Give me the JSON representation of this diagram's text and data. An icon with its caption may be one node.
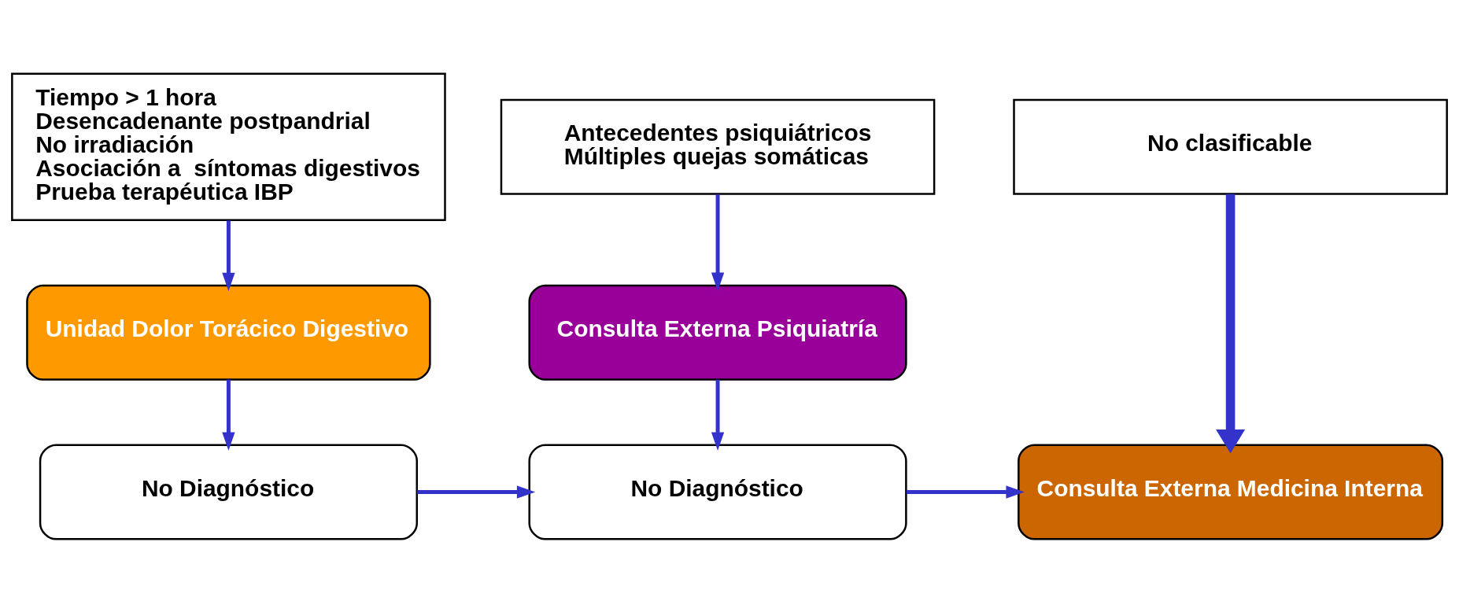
{
  "diagram": {
    "nodes": [
      {
        "text": [
          "Tiempo > 1 hora",
          "Desencadenante postpandrial",
          "No irradiación",
          "Asociación a  síntomas digestivos",
          "Prueba terapéutica IBP"
        ]
      },
      {
        "text": [
          "Antecedentes psiquiátricos",
          "Múltiples quejas somáticas"
        ]
      },
      {
        "text": [
          "No clasificable"
        ]
      },
      {
        "text": [
          "Unidad Dolor Torácico Digestivo"
        ]
      },
      {
        "text": [
          "Consulta Externa Psiquiatría"
        ]
      },
      {
        "text": [
          "No Diagnóstico"
        ]
      },
      {
        "text": [
          "No Diagnóstico"
        ]
      },
      {
        "text": [
          "Consulta Externa Medicina Interna"
        ]
      }
    ],
    "edges": [
      {
        "from": 0,
        "to": 3,
        "arrow": "to"
      },
      {
        "from": 1,
        "to": 4,
        "arrow": "to"
      },
      {
        "from": 2,
        "to": 7,
        "arrow": "to",
        "style": "thick"
      },
      {
        "from": 3,
        "to": 5,
        "arrow": "to"
      },
      {
        "from": 4,
        "to": 6,
        "arrow": "to"
      },
      {
        "from": 5,
        "to": 6,
        "arrow": "to"
      },
      {
        "from": 6,
        "to": 7,
        "arrow": "to"
      }
    ]
  }
}
